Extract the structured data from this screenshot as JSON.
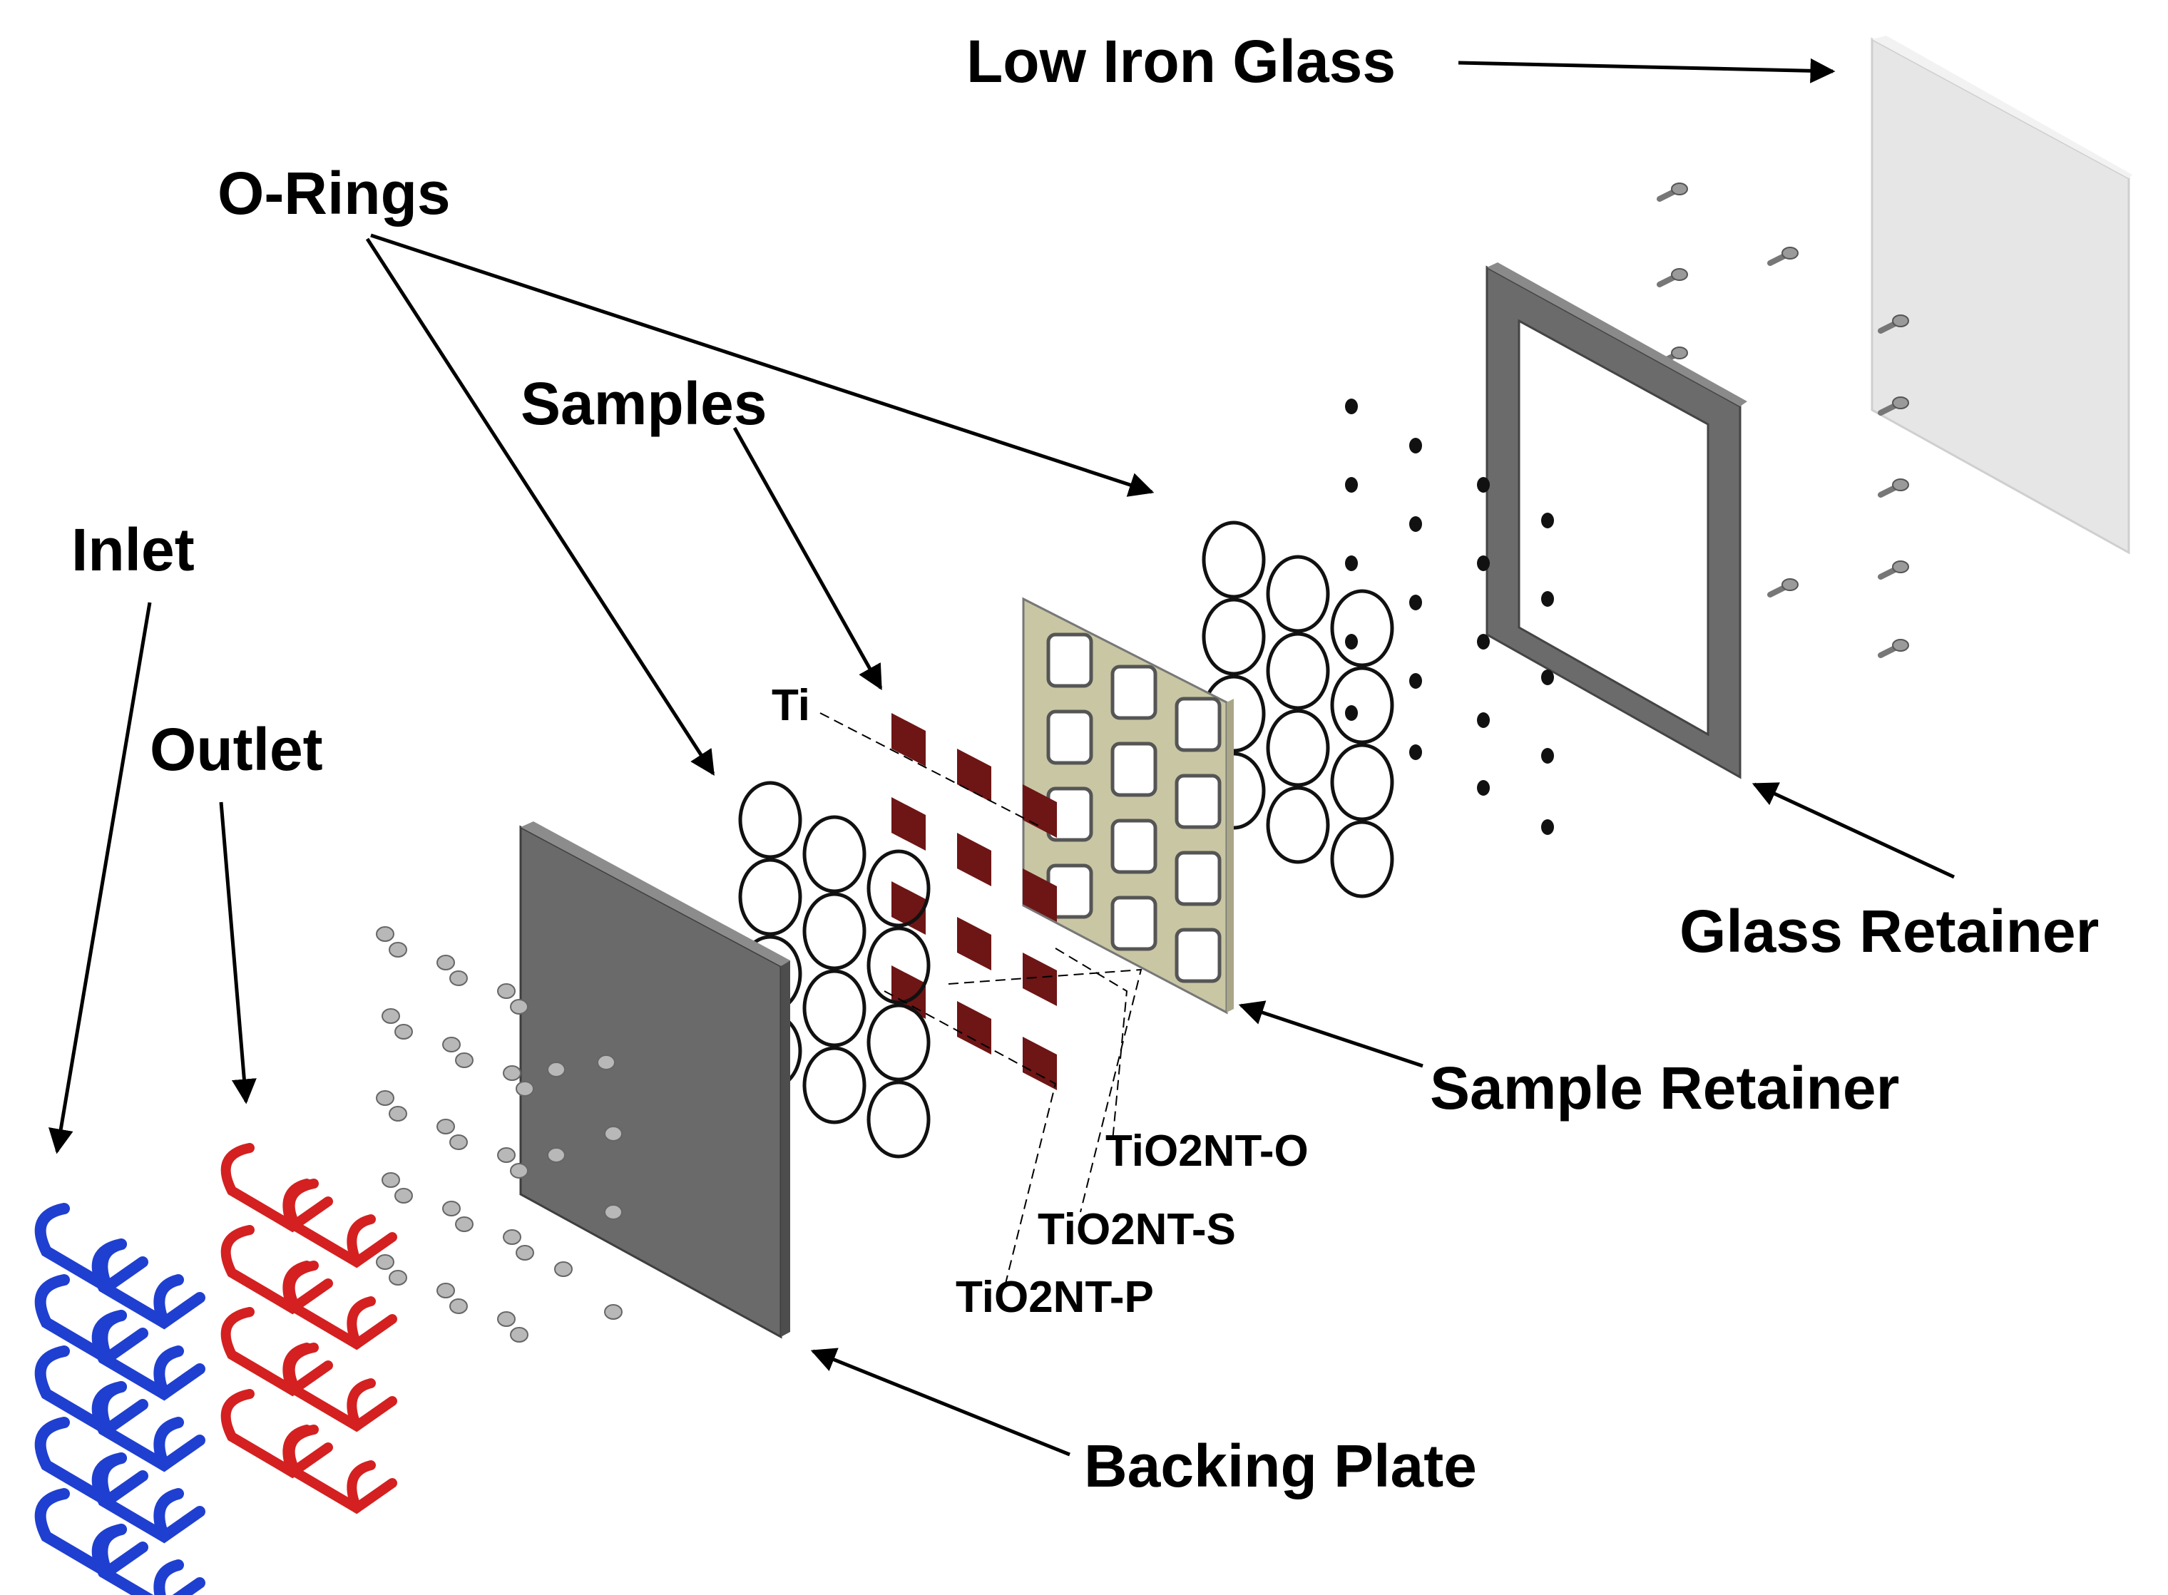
{
  "labels": {
    "low_iron_glass": "Low Iron Glass",
    "o_rings": "O-Rings",
    "samples": "Samples",
    "inlet": "Inlet",
    "outlet": "Outlet",
    "ti": "Ti",
    "glass_retainer": "Glass Retainer",
    "sample_retainer": "Sample Retainer",
    "tio2nt_o": "TiO2NT-O",
    "tio2nt_s": "TiO2NT-S",
    "tio2nt_p": "TiO2NT-P",
    "backing_plate": "Backing Plate"
  },
  "colors": {
    "glass": "#e6e6e6",
    "glass_retainer": "#6b6b6b",
    "sample_retainer": "#c9c6a4",
    "sample": "#6e1515",
    "backing_plate": "#6a6a6a",
    "inlet": "#1f3fd0",
    "outlet": "#d42020"
  }
}
